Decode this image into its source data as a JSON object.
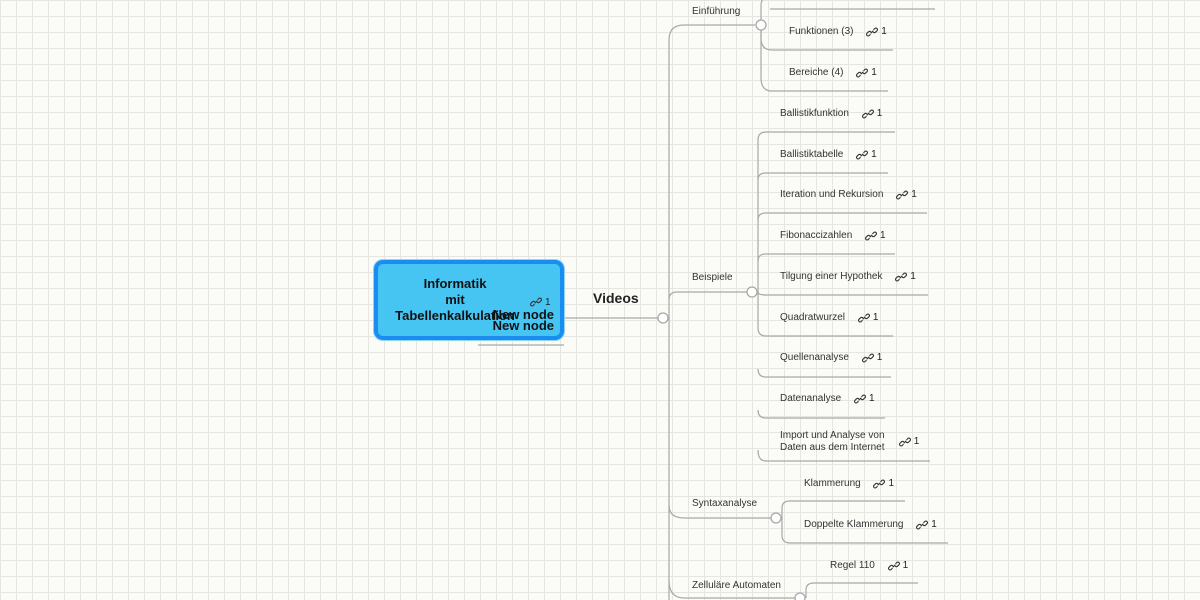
{
  "root": {
    "title_lines": [
      "Informatik",
      "mit",
      "Tabellenkalkulation"
    ],
    "link_count": "1",
    "new_nodes": [
      "New node",
      "New node"
    ]
  },
  "branch": {
    "label": "Videos"
  },
  "groups": [
    {
      "label": "Einführung",
      "items": [
        {
          "label": "Funktionen (3)",
          "links": "1"
        },
        {
          "label": "Bereiche (4)",
          "links": "1"
        }
      ]
    },
    {
      "label": "Beispiele",
      "items": [
        {
          "label": "Ballistikfunktion",
          "links": "1"
        },
        {
          "label": "Ballistiktabelle",
          "links": "1"
        },
        {
          "label": "Iteration und Rekursion",
          "links": "1"
        },
        {
          "label": "Fibonaccizahlen",
          "links": "1"
        },
        {
          "label": "Tilgung einer Hypothek",
          "links": "1"
        },
        {
          "label": "Quadratwurzel",
          "links": "1"
        },
        {
          "label": "Quellenanalyse",
          "links": "1"
        },
        {
          "label": "Datenanalyse",
          "links": "1"
        },
        {
          "label": "Import und Analyse von Daten aus dem Internet",
          "links": "1"
        }
      ]
    },
    {
      "label": "Syntaxanalyse",
      "items": [
        {
          "label": "Klammerung",
          "links": "1"
        },
        {
          "label": "Doppelte Klammerung",
          "links": "1"
        }
      ]
    },
    {
      "label": "Zelluläre Automaten",
      "items": [
        {
          "label": "Regel 110",
          "links": "1"
        }
      ]
    }
  ],
  "colors": {
    "root_fill": "#46c5f3",
    "root_border": "#1a8ef0",
    "line": "#a8a8a8",
    "background": "#fbfbf7"
  },
  "icons": {
    "link": "link-icon"
  }
}
